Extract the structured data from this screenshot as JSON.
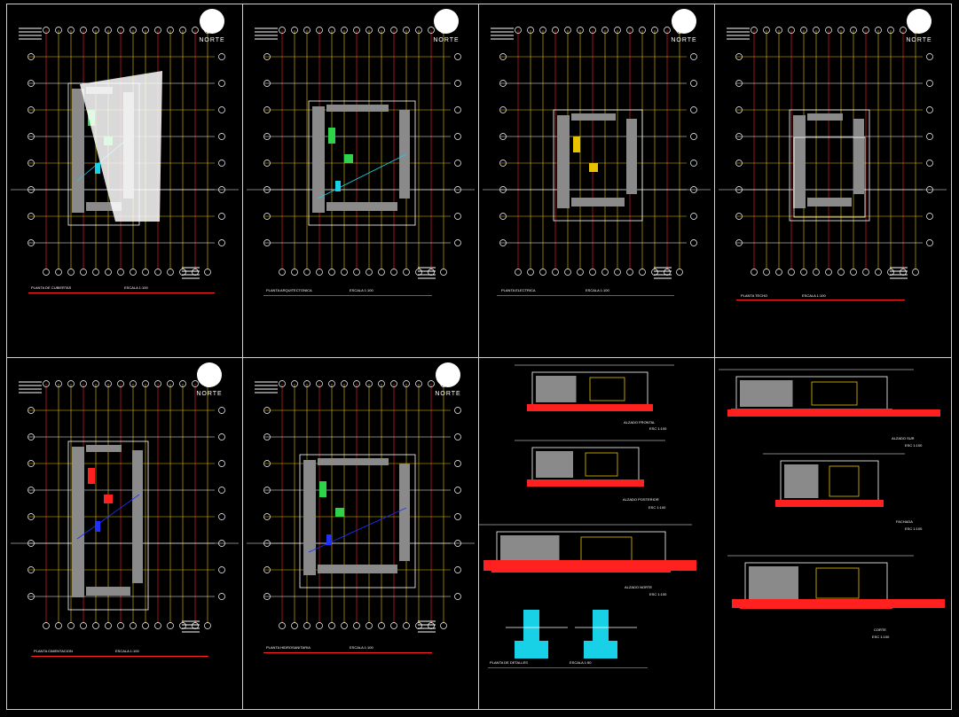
{
  "north_label": "NORTE",
  "panels": [
    {
      "id": "p1",
      "title": "PLANTA DE CUBIERTAS",
      "scale": "ESCALA 1:100"
    },
    {
      "id": "p2",
      "title": "PLANTA ARQUITECTONICA",
      "scale": "ESCALA 1:100"
    },
    {
      "id": "p3",
      "title": "PLANTA ELECTRICA",
      "scale": "ESCALA 1:100"
    },
    {
      "id": "p4",
      "title": "PLANTA TECHO",
      "scale": "ESCALA 1:100"
    },
    {
      "id": "p5",
      "title": "PLANTA CIMENTACION",
      "scale": "ESCALA 1:100"
    },
    {
      "id": "p6",
      "title": "PLANTA HIDROSANITARIA",
      "scale": "ESCALA 1:100"
    },
    {
      "id": "p7",
      "title": "PLANTA DE DETALLES",
      "scale": "ESCALA 1:50"
    },
    {
      "id": "p8",
      "title": "",
      "scale": ""
    }
  ],
  "elevations": [
    {
      "title": "ALZADO FRONTAL",
      "scale": "ESC 1:100"
    },
    {
      "title": "ALZADO POSTERIOR",
      "scale": "ESC 1:100"
    },
    {
      "title": "ALZADO NORTE",
      "scale": "ESC 1:100"
    },
    {
      "title": "ALZADO SUR",
      "scale": "ESC 1:100"
    },
    {
      "title": "FACHADA",
      "scale": "ESC 1:100"
    },
    {
      "title": "CORTE",
      "scale": "ESC 1:100"
    }
  ],
  "colors": {
    "background": "#000000",
    "grid_yellow": "#e6c200",
    "axis_white": "#ffffff",
    "wall_gray": "#8a8a8a",
    "accent_red": "#ff2020",
    "accent_green": "#2fd34a",
    "accent_cyan": "#19d1e6",
    "accent_blue": "#2030ff"
  }
}
